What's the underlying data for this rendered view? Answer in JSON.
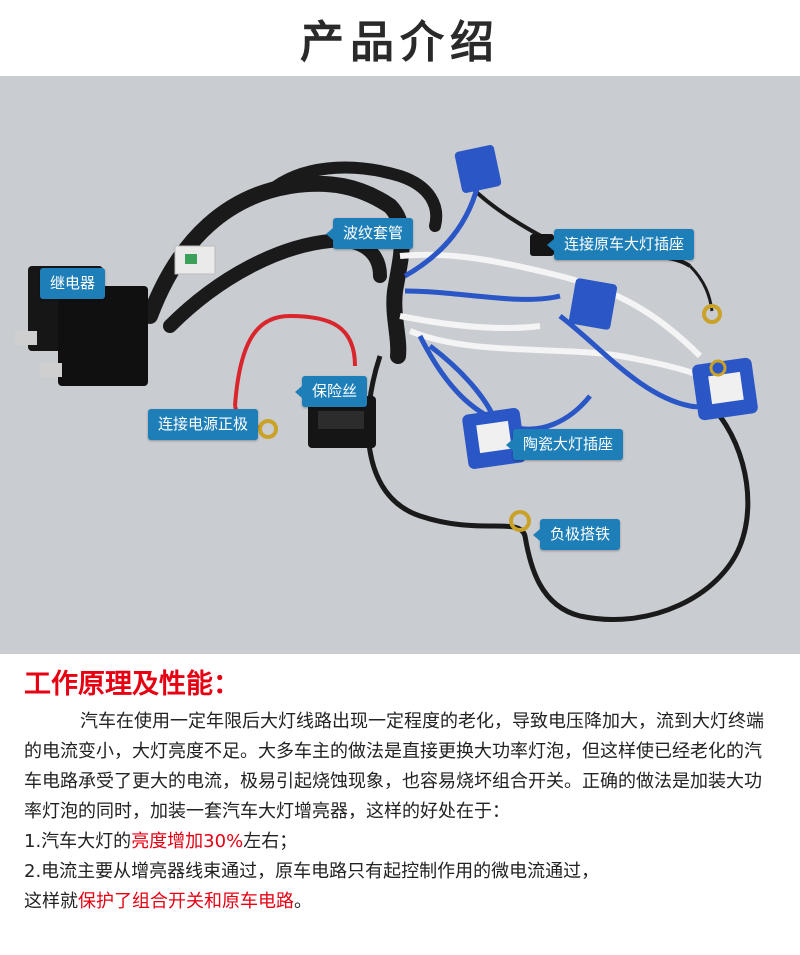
{
  "header": {
    "title": "产品介绍"
  },
  "photo": {
    "labels": {
      "relay": "继电器",
      "corrugated_tube": "波纹套管",
      "original_socket": "连接原车大灯插座",
      "fuse": "保险丝",
      "power_positive": "连接电源正极",
      "ceramic_socket": "陶瓷大灯插座",
      "ground": "负极搭铁"
    },
    "colors": {
      "tag_bg": "#1e7fb8",
      "background": "#c9ccd1",
      "connector_blue": "#2a56c6"
    }
  },
  "section": {
    "title": "工作原理及性能：",
    "paragraph": "汽车在使用一定年限后大灯线路出现一定程度的老化，导致电压降加大，流到大灯终端的电流变小，大灯亮度不足。大多车主的做法是直接更换大功率灯泡，但这样使已经老化的汽车电路承受了更大的电流，极易引起烧蚀现象，也容易烧坏组合开关。正确的做法是加装大功率灯泡的同时，加装一套汽车大灯增亮器，这样的好处在于：",
    "item1": {
      "prefix": "1.汽车大灯的",
      "highlight": "亮度增加30%",
      "suffix": "左右；"
    },
    "item2": {
      "line1": "2.电流主要从增亮器线束通过，原车电路只有起控制作用的微电流通过，",
      "line2_prefix": "这样就",
      "line2_highlight": "保护了组合开关和原车电路",
      "line2_suffix": "。"
    },
    "colors": {
      "title": "#e60012",
      "highlight": "#e60012"
    }
  }
}
